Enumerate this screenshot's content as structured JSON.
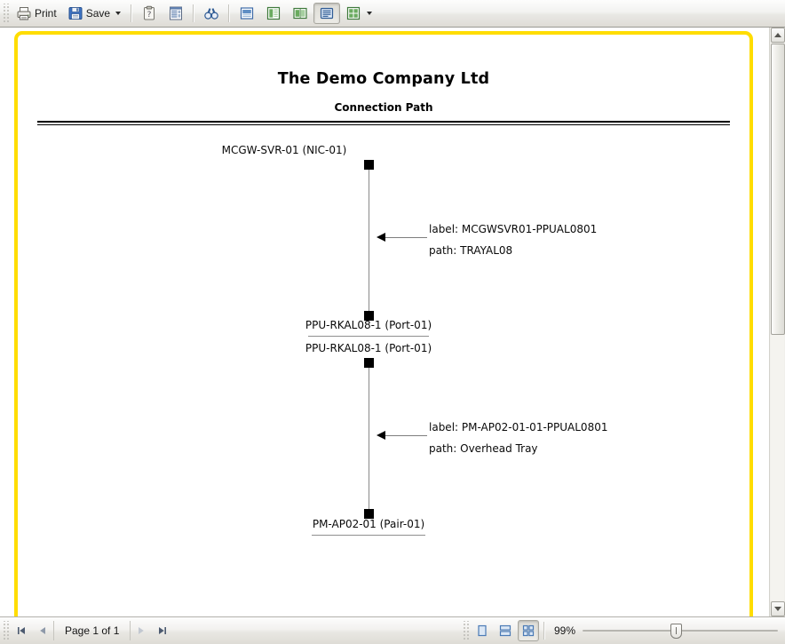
{
  "toolbar": {
    "print_label": "Print",
    "save_label": "Save",
    "buttons": [
      {
        "name": "print",
        "label": "Print",
        "icon": "printer-icon"
      },
      {
        "name": "save",
        "label": "Save",
        "icon": "floppy-disk-icon",
        "dropdown": true
      },
      {
        "name": "copy",
        "label": "",
        "icon": "clipboard-question-icon"
      },
      {
        "name": "document-properties",
        "label": "",
        "icon": "document-list-icon"
      },
      {
        "name": "find",
        "label": "",
        "icon": "binoculars-icon"
      },
      {
        "name": "single-page-layout",
        "label": "",
        "icon": "single-page-icon"
      },
      {
        "name": "continuous-layout",
        "label": "",
        "icon": "continuous-page-icon"
      },
      {
        "name": "facing-pages-layout",
        "label": "",
        "icon": "facing-pages-icon"
      },
      {
        "name": "fit-page-layout",
        "label": "",
        "icon": "fit-page-icon",
        "pressed": true
      },
      {
        "name": "multi-page-grid",
        "label": "",
        "icon": "grid-pages-icon",
        "dropdown": true
      }
    ]
  },
  "document": {
    "title": "The Demo Company Ltd",
    "subtitle": "Connection Path",
    "nodes": [
      {
        "id": "node-1",
        "label": "MCGW-SVR-01 (NIC-01)"
      },
      {
        "id": "node-2",
        "label": "PPU-RKAL08-1 (Port-01)"
      },
      {
        "id": "node-3",
        "label": "PPU-RKAL08-1 (Port-01)"
      },
      {
        "id": "node-4",
        "label": "PM-AP02-01 (Pair-01)"
      }
    ],
    "connections": [
      {
        "id": "conn-1",
        "label": "label: MCGWSVR01-PPUAL0801",
        "path": "path: TRAYAL08"
      },
      {
        "id": "conn-2",
        "label": "label: PM-AP02-01-01-PPUAL0801",
        "path": "path: Overhead Tray"
      }
    ]
  },
  "statusbar": {
    "first_page_label": "|<",
    "prev_page_label": "<",
    "page_indicator": "Page 1 of 1",
    "next_page_label": ">",
    "last_page_label": ">|",
    "view_buttons": [
      {
        "name": "single-page-view",
        "icon": "single-page-view-icon",
        "pressed": false
      },
      {
        "name": "two-page-view",
        "icon": "two-page-view-icon",
        "pressed": false
      },
      {
        "name": "multi-page-view",
        "icon": "multi-page-view-icon",
        "pressed": true
      }
    ],
    "zoom_level": "99%"
  },
  "colors": {
    "page_border": "#FFDD00",
    "toolbar_bg": "#ecebe6",
    "node_square": "#000000",
    "connector_line": "#8a8a8a"
  }
}
